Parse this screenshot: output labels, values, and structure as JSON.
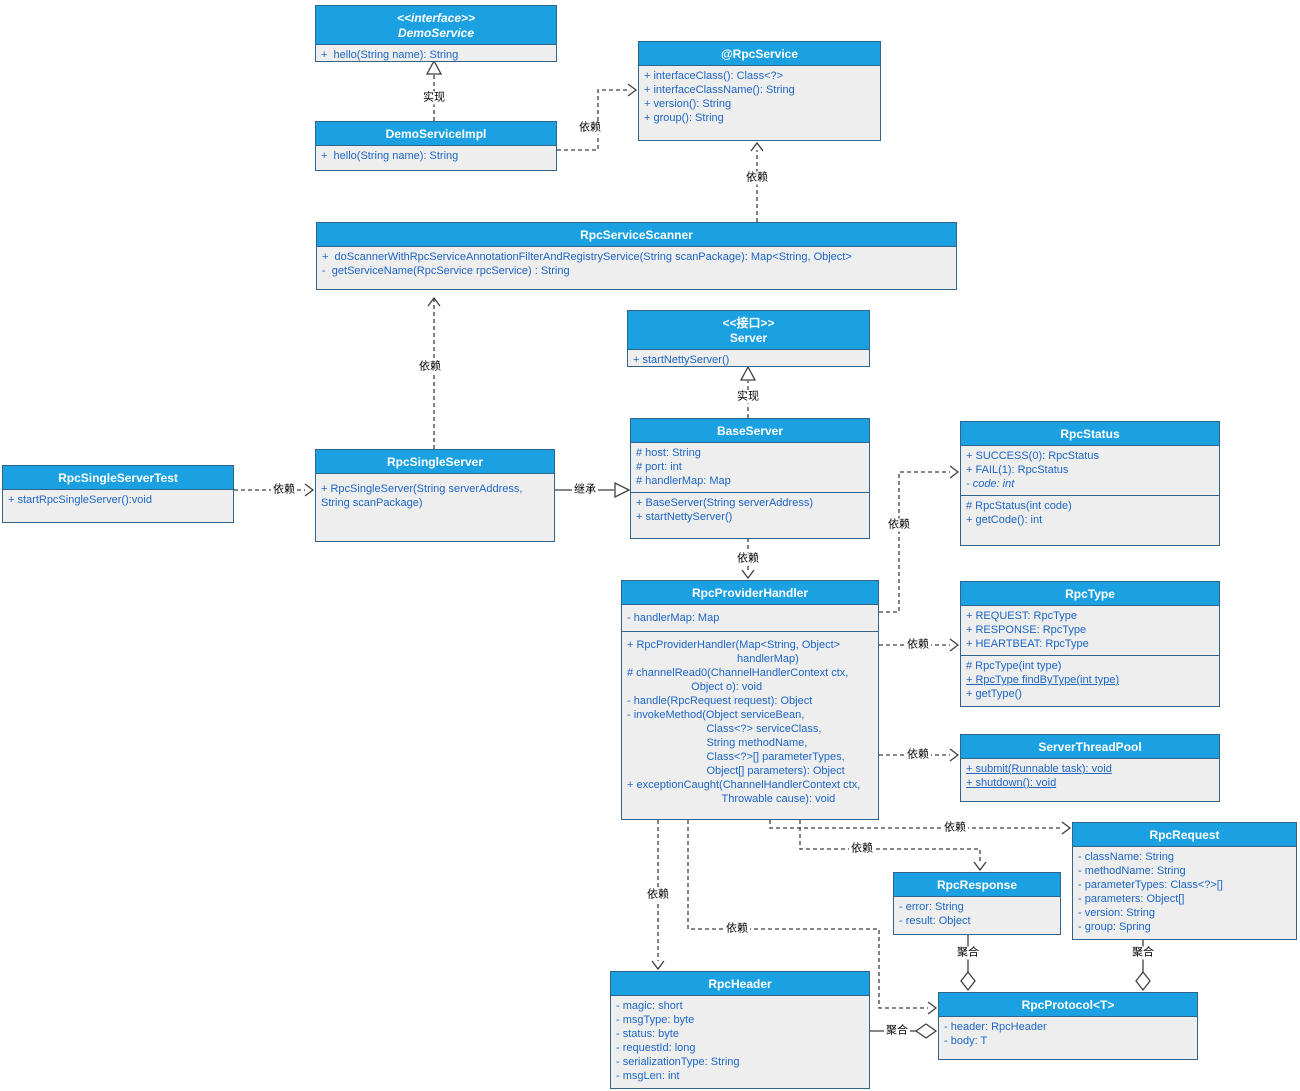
{
  "diagram": {
    "colors": {
      "header_fill": "#1ba1e2",
      "body_fill": "#eeeeee",
      "border": "#32638a",
      "member_text": "#1d66c4",
      "line": "#3f3f3f"
    },
    "classes": {
      "demo_service": {
        "stereotype": "<<interface>>",
        "name": "DemoService",
        "methods": [
          "+  hello(String name): String"
        ]
      },
      "demo_service_impl": {
        "name": "DemoServiceImpl",
        "methods": [
          "+  hello(String name): String"
        ]
      },
      "rpc_service_annotation": {
        "name": "@RpcService",
        "methods": [
          "+ interfaceClass(): Class<?>",
          "+ interfaceClassName(): String",
          "+ version(): String",
          "+ group(): String"
        ]
      },
      "rpc_service_scanner": {
        "name": "RpcServiceScanner",
        "methods": [
          "+  doScannerWithRpcServiceAnnotationFilterAndRegistryService(String scanPackage): Map<String, Object>",
          "-  getServiceName(RpcService rpcService) : String"
        ]
      },
      "server": {
        "stereotype": "<<接口>>",
        "name": "Server",
        "methods": [
          "+ startNettyServer()"
        ]
      },
      "base_server": {
        "name": "BaseServer",
        "attributes": [
          "# host: String",
          "# port: int",
          "# handlerMap: Map"
        ],
        "methods": [
          "+ BaseServer(String serverAddress)",
          "+ startNettyServer()"
        ]
      },
      "rpc_status": {
        "name": "RpcStatus",
        "attributes": [
          "+ SUCCESS(0): RpcStatus",
          "+ FAIL(1): RpcStatus",
          "- code: int"
        ],
        "methods": [
          "# RpcStatus(int code)",
          "+ getCode(): int"
        ]
      },
      "rpc_single_server_test": {
        "name": "RpcSingleServerTest",
        "methods": [
          "+ startRpcSingleServer():void"
        ]
      },
      "rpc_single_server": {
        "name": "RpcSingleServer",
        "methods": [
          "+ RpcSingleServer(String serverAddress,",
          "String scanPackage)"
        ]
      },
      "rpc_provider_handler": {
        "name": "RpcProviderHandler",
        "attributes": [
          "- handlerMap: Map"
        ],
        "methods": [
          "+ RpcProviderHandler(Map<String, Object>",
          "                                    handlerMap)",
          "# channelRead0(ChannelHandlerContext ctx,",
          "                     Object o): void",
          "- handle(RpcRequest request): Object",
          "- invokeMethod(Object serviceBean,",
          "                          Class<?> serviceClass,",
          "                          String methodName,",
          "                          Class<?>[] parameterTypes,",
          "                          Object[] parameters): Object",
          "+ exceptionCaught(ChannelHandlerContext ctx,",
          "                               Throwable cause): void"
        ]
      },
      "rpc_type": {
        "name": "RpcType",
        "attributes": [
          "+ REQUEST: RpcType",
          "+ RESPONSE: RpcType",
          "+ HEARTBEAT: RpcType"
        ],
        "methods": [
          "# RpcType(int type)",
          "+ RpcType findByType(int type)",
          "+ getType()"
        ]
      },
      "server_thread_pool": {
        "name": "ServerThreadPool",
        "methods": [
          "+ submit(Runnable task): void",
          "+ shutdown(): void"
        ]
      },
      "rpc_request": {
        "name": "RpcRequest",
        "attributes": [
          "- className: String",
          "- methodName: String",
          "- parameterTypes: Class<?>[]",
          "- parameters: Object[]",
          "- version: String",
          "- group: Spring"
        ]
      },
      "rpc_response": {
        "name": "RpcResponse",
        "attributes": [
          "- error: String",
          "- result: Object"
        ]
      },
      "rpc_header": {
        "name": "RpcHeader",
        "attributes": [
          "- magic: short",
          "- msgType: byte",
          "- status: byte",
          "- requestId: long",
          "- serializationType: String",
          "- msgLen: int"
        ]
      },
      "rpc_protocol": {
        "name": "RpcProtocol<T>",
        "attributes": [
          "- header: RpcHeader",
          "- body: T"
        ]
      }
    },
    "edges": {
      "demoimpl_realizes_demoservice": {
        "label": "实现",
        "type": "realization"
      },
      "demoimpl_depends_rpcservice": {
        "label": "依赖",
        "type": "dependency"
      },
      "scanner_depends_rpcservice": {
        "label": "依赖",
        "type": "dependency"
      },
      "singleserver_depends_scanner": {
        "label": "依赖",
        "type": "dependency"
      },
      "test_depends_singleserver": {
        "label": "依赖",
        "type": "dependency"
      },
      "singleserver_extends_baseserver": {
        "label": "继承",
        "type": "inheritance"
      },
      "baseserver_realizes_server": {
        "label": "实现",
        "type": "realization"
      },
      "baseserver_depends_handler": {
        "label": "依赖",
        "type": "dependency"
      },
      "handler_depends_rpcstatus": {
        "label": "依赖",
        "type": "dependency"
      },
      "handler_depends_rpctype": {
        "label": "依赖",
        "type": "dependency"
      },
      "handler_depends_threadpool": {
        "label": "依赖",
        "type": "dependency"
      },
      "handler_depends_rpcrequest": {
        "label": "依赖",
        "type": "dependency"
      },
      "handler_depends_rpcresponse": {
        "label": "依赖",
        "type": "dependency"
      },
      "handler_depends_rpcheader": {
        "label": "依赖",
        "type": "dependency"
      },
      "handler_depends_rpcprotocol": {
        "label": "依赖",
        "type": "dependency"
      },
      "response_aggregated_protocol": {
        "label": "聚合",
        "type": "aggregation"
      },
      "request_aggregated_protocol": {
        "label": "聚合",
        "type": "aggregation"
      },
      "header_aggregated_protocol": {
        "label": "聚合",
        "type": "aggregation"
      }
    }
  }
}
